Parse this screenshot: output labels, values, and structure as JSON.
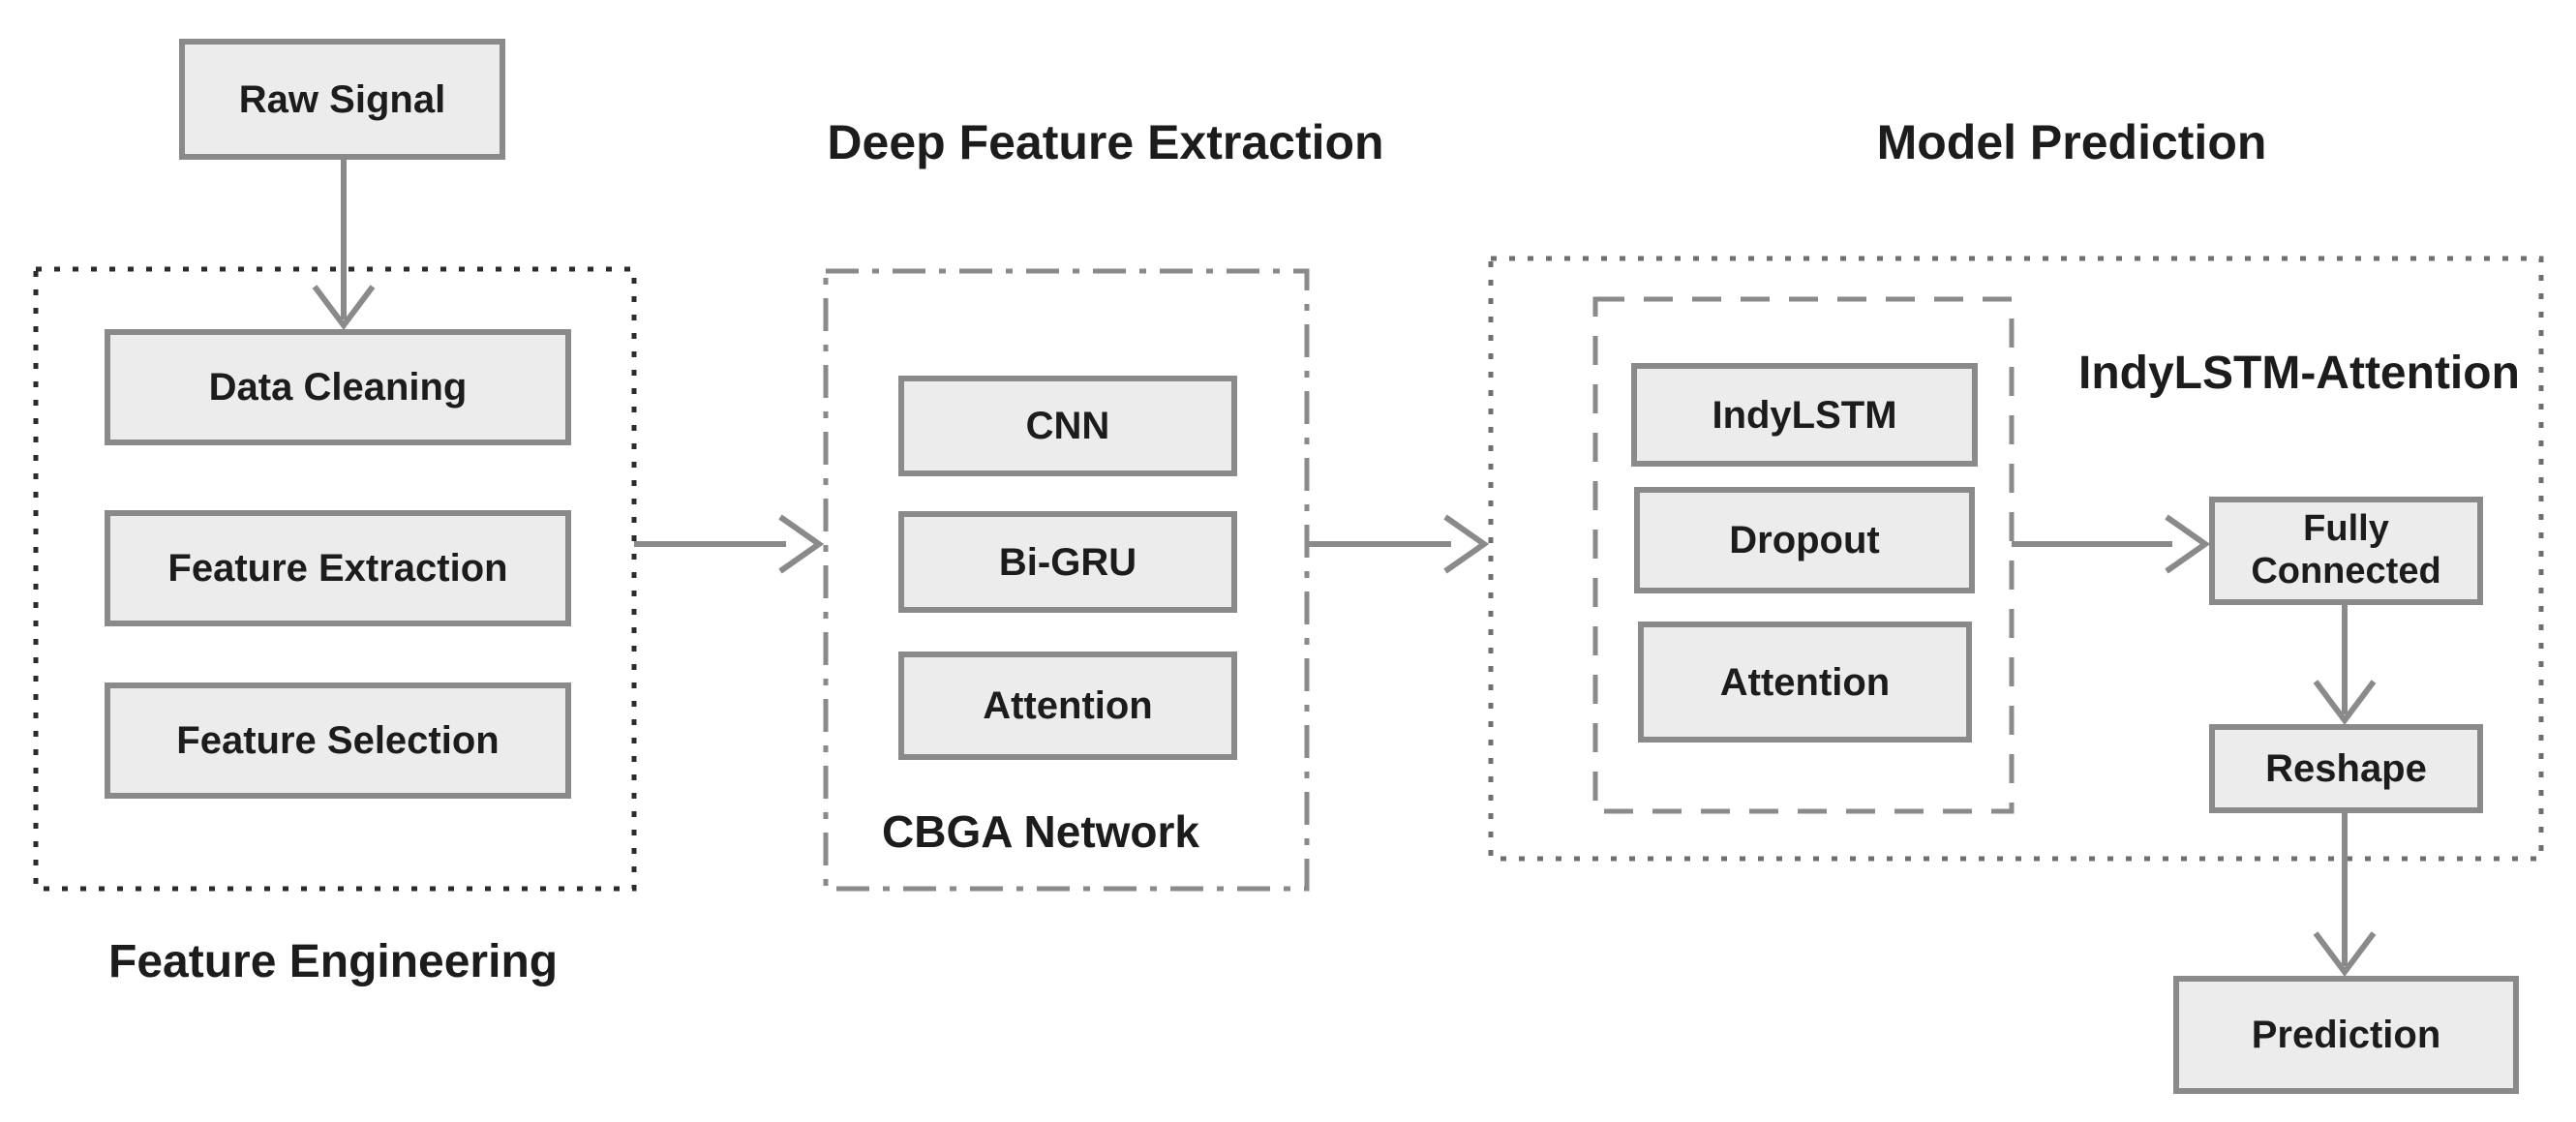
{
  "diagram": {
    "sections": {
      "feature_engineering": {
        "label": "Feature Engineering",
        "boxes": {
          "raw_signal": "Raw Signal",
          "data_cleaning": "Data Cleaning",
          "feature_extraction": "Feature Extraction",
          "feature_selection": "Feature Selection"
        }
      },
      "deep_feature_extraction": {
        "title": "Deep Feature Extraction",
        "network_label": "CBGA Network",
        "boxes": {
          "cnn": "CNN",
          "bi_gru": "Bi-GRU",
          "attention": "Attention"
        }
      },
      "model_prediction": {
        "title": "Model Prediction",
        "model_label": "IndyLSTM-Attention",
        "boxes": {
          "indylstm": "IndyLSTM",
          "dropout": "Dropout",
          "attention": "Attention",
          "fully_connected": "Fully Connected",
          "reshape": "Reshape",
          "prediction": "Prediction"
        }
      }
    },
    "colors": {
      "box_fill": "#ececec",
      "box_border": "#8a8a8a",
      "arrow": "#8a8a8a",
      "text": "#1c1c1c",
      "container_dotted_black": "#2b2b2b",
      "container_dotted_gray": "#6f6f6f",
      "container_dash_gray": "#8a8a8a"
    }
  }
}
